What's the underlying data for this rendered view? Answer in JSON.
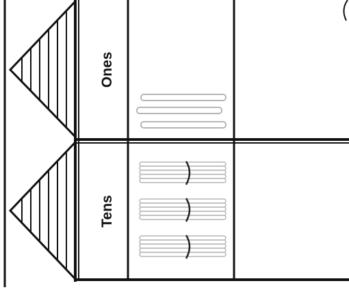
{
  "place_value_chart": {
    "columns": [
      {
        "label": "Ones",
        "bundles_of_ten": 0,
        "single_sticks": 3
      },
      {
        "label": "Tens",
        "bundles_of_ten": 3,
        "single_sticks": 0
      }
    ]
  },
  "colors": {
    "line": "#111111",
    "stick_outline": "#b5b5b5",
    "band": "#222222",
    "background": "#ffffff"
  }
}
